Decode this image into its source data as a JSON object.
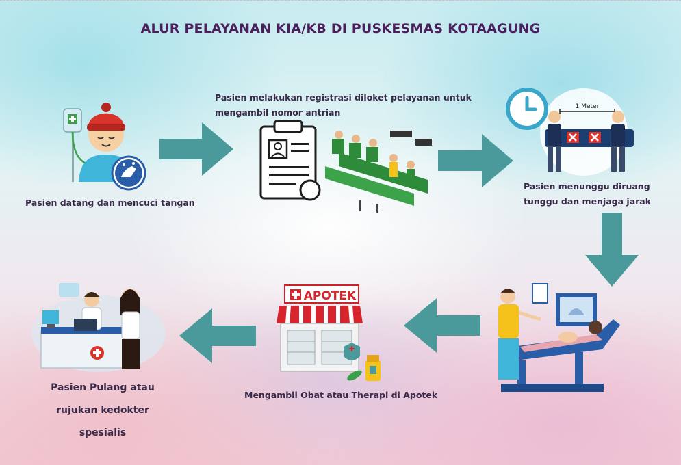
{
  "title": "ALUR PELAYANAN KIA/KB DI PUSKESMAS KOTAAGUNG",
  "steps": [
    {
      "label": "Pasien datang dan mencuci tangan"
    },
    {
      "label_line1": "Pasien melakukan registrasi diloket pelayanan untuk",
      "label_line2": "mengambil nomor antrian"
    },
    {
      "label_line1": "Pasien menunggu diruang",
      "label_line2": "tunggu dan menjaga jarak",
      "distance_sign": "1 Meter"
    },
    {
      "label": ""
    },
    {
      "label": "Mengambil Obat atau Therapi di Apotek",
      "store_sign": "APOTEK"
    },
    {
      "label_line1": "Pasien Pulang atau",
      "label_line2": "rujukan kedokter spesialis"
    }
  ],
  "colors": {
    "arrow": "#4a9a9c",
    "title": "#4a1f5c",
    "label": "#3a2a4a",
    "apotek_red": "#d8242c",
    "bench_green": "#2e8b3a",
    "ultrasound_blue": "#2a5da8"
  },
  "icons": [
    "right-arrow-icon",
    "down-arrow-icon",
    "left-arrow-icon",
    "clock-icon",
    "x-mark-icon",
    "medical-cross-icon",
    "hand-wash-icon"
  ]
}
